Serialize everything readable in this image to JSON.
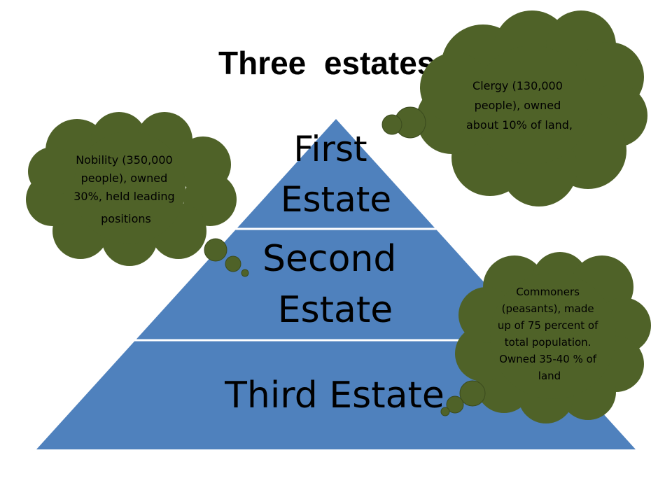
{
  "slide": {
    "title": "Three  estates"
  },
  "pyramid": {
    "tiers": [
      {
        "lines": [
          "First",
          "Estate"
        ]
      },
      {
        "lines": [
          "Second",
          "Estate"
        ]
      },
      {
        "lines": [
          "Third Estate"
        ]
      }
    ]
  },
  "bubbles": [
    {
      "id": "clergy",
      "lines": [
        "Clergy (130,000",
        "people), owned",
        "about 10% of land,"
      ]
    },
    {
      "id": "nobility",
      "lines": [
        "Nobility (350,000",
        "people), owned",
        "30%, held leading",
        "positions"
      ]
    },
    {
      "id": "commoners",
      "lines": [
        "Commoners",
        "(peasants), made",
        "up of 75 percent of",
        "total population.",
        "Owned 35-40 % of",
        "land"
      ]
    }
  ],
  "colors": {
    "pyramid_fill": "#4f81bd",
    "divider": "#ffffff",
    "bubble_fill": "#4f6228",
    "bubble_stroke": "#3a4a1d",
    "text": "#000000"
  }
}
